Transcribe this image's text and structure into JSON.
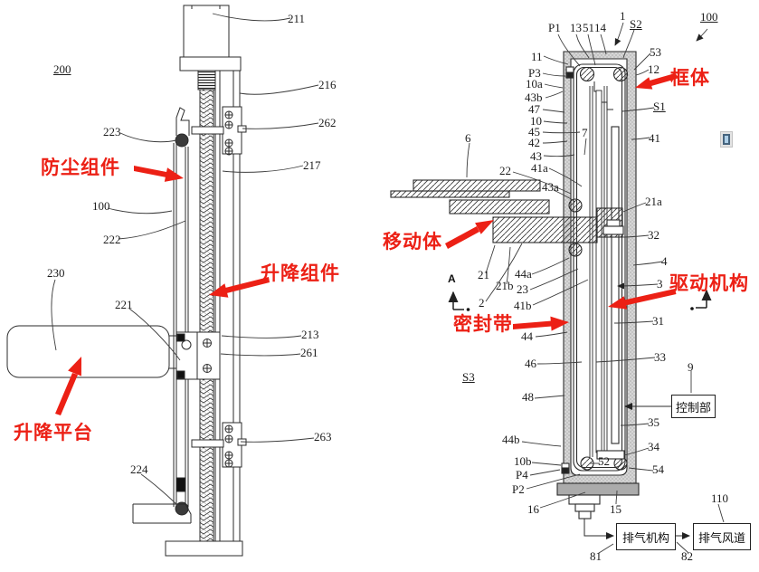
{
  "colors": {
    "annotation_red": "#ec2015",
    "line_black": "#2b2b2b"
  },
  "left_figure": {
    "labels": {
      "l200": "200",
      "l211": "211",
      "l216": "216",
      "l262": "262",
      "l217": "217",
      "l223": "223",
      "l100": "100",
      "l222": "222",
      "l230": "230",
      "l221": "221",
      "l213": "213",
      "l261": "261",
      "l263": "263",
      "l224": "224"
    },
    "callouts": {
      "dust": "防尘组件",
      "lift": "升降组件",
      "platform": "升降平台"
    }
  },
  "right_figure": {
    "labels": {
      "p1": "P1",
      "n13": "13",
      "n51": "51",
      "n14": "14",
      "n1": "1",
      "s2": "S2",
      "n100": "100",
      "n11": "11",
      "n53": "53",
      "n12": "12",
      "p3": "P3",
      "n10a": "10a",
      "n43b": "43b",
      "n47": "47",
      "n10": "10",
      "n45": "45",
      "n42": "42",
      "n43": "43",
      "n41a": "41a",
      "n22": "22",
      "n43a": "43a",
      "n6": "6",
      "n7": "7",
      "s1": "S1",
      "n41": "41",
      "n21a": "21a",
      "n32": "32",
      "n4": "4",
      "n3": "3",
      "n21": "21",
      "n21b": "21b",
      "n2": "2",
      "n44a": "44a",
      "n23": "23",
      "n41b": "41b",
      "n44": "44",
      "n31": "31",
      "n46": "46",
      "n33": "33",
      "n9": "9",
      "s3": "S3",
      "n48": "48",
      "n44b": "44b",
      "n10b": "10b",
      "p4": "P4",
      "p2": "P2",
      "n16": "16",
      "n52": "52",
      "n54": "54",
      "n15": "15",
      "n34": "34",
      "n35": "35",
      "n110": "110",
      "n81": "81",
      "n82": "82"
    },
    "callouts": {
      "frame": "框体",
      "moving_body": "移动体",
      "sealing_belt": "密封带",
      "drive": "驱动机构"
    },
    "boxes": {
      "control": "控制部",
      "exhaust_mech": "排气机构",
      "exhaust_duct": "排气风道"
    },
    "section_marker": "A"
  }
}
